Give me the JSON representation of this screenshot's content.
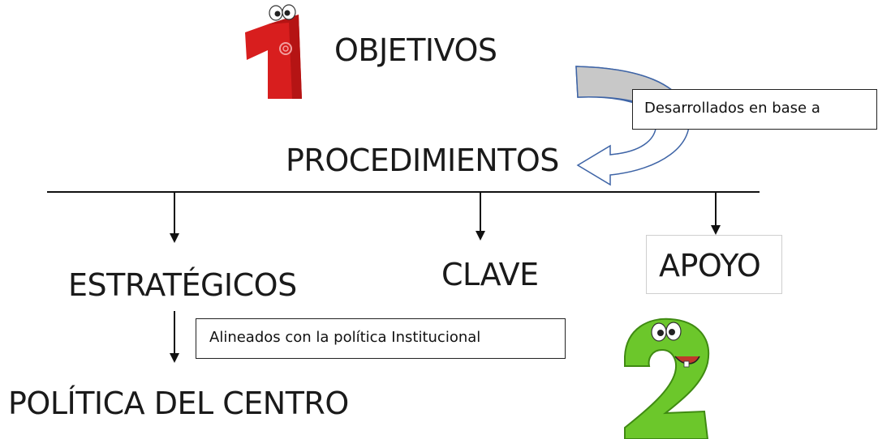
{
  "diagram": {
    "top": {
      "label": "OBJETIVOS"
    },
    "relation": {
      "label": "Desarrollados en base a"
    },
    "middle": {
      "label": "PROCEDIMIENTOS"
    },
    "branches": [
      {
        "label": "ESTRATÉGICOS"
      },
      {
        "label": "CLAVE"
      },
      {
        "label": "APOYO"
      }
    ],
    "alignment": {
      "label": "Alineados con la política Institucional"
    },
    "bottom": {
      "label": "POLÍTICA DEL CENTRO"
    }
  },
  "mascots": [
    {
      "name": "number-one-mascot",
      "color": "#d81e1e"
    },
    {
      "name": "number-two-mascot",
      "color": "#6cc72b"
    }
  ],
  "colors": {
    "curved_arrow_fill": "#c8c8c8",
    "curved_arrow_stroke": "#3e64a6",
    "line": "#111111"
  }
}
